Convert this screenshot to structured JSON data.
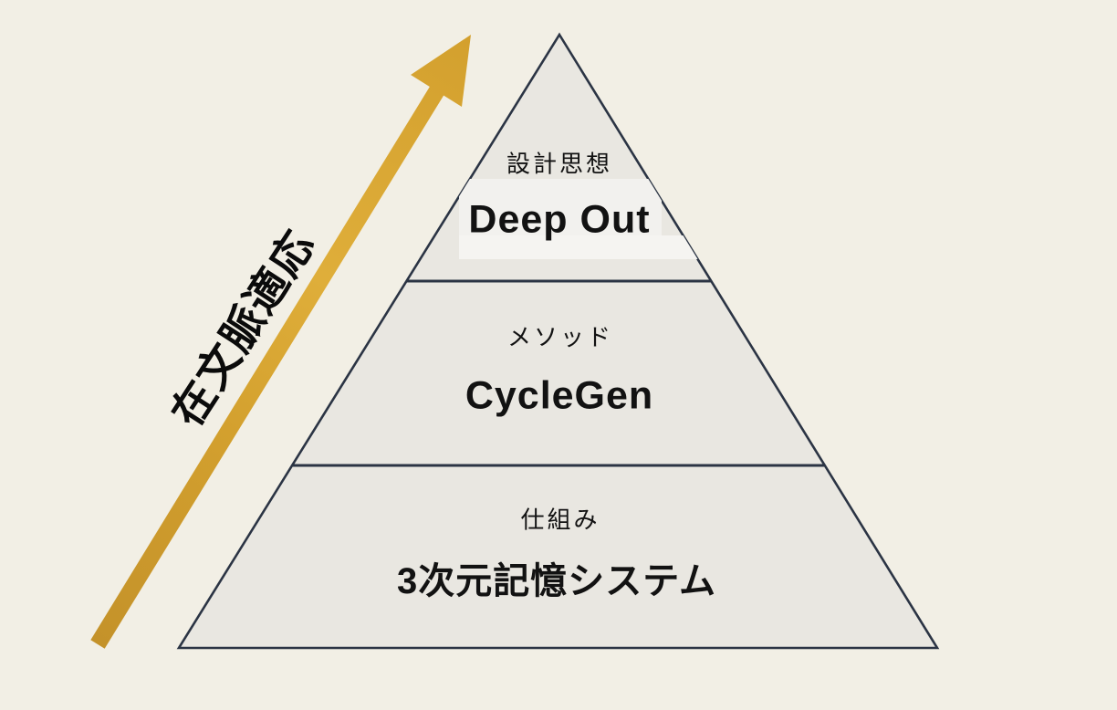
{
  "colors": {
    "background": "#f2efe5",
    "pyramid_fill": "#e9e7e1",
    "pyramid_outline": "#2b3444",
    "patch_light": "#f2f1ee",
    "patch_lighter": "#f5f4f1",
    "arrow_gold": "#d3a02e",
    "arrow_gold_dark": "#c4922a",
    "arrow_gold_light": "#dfae3a",
    "text_primary": "#121212"
  },
  "arrow": {
    "label": "在文脈適応"
  },
  "pyramid": {
    "levels": [
      {
        "category": "設計思想",
        "title": "Deep Out"
      },
      {
        "category": "メソッド",
        "title": "CycleGen"
      },
      {
        "category": "仕組み",
        "title": "3次元記憶システム"
      }
    ]
  }
}
